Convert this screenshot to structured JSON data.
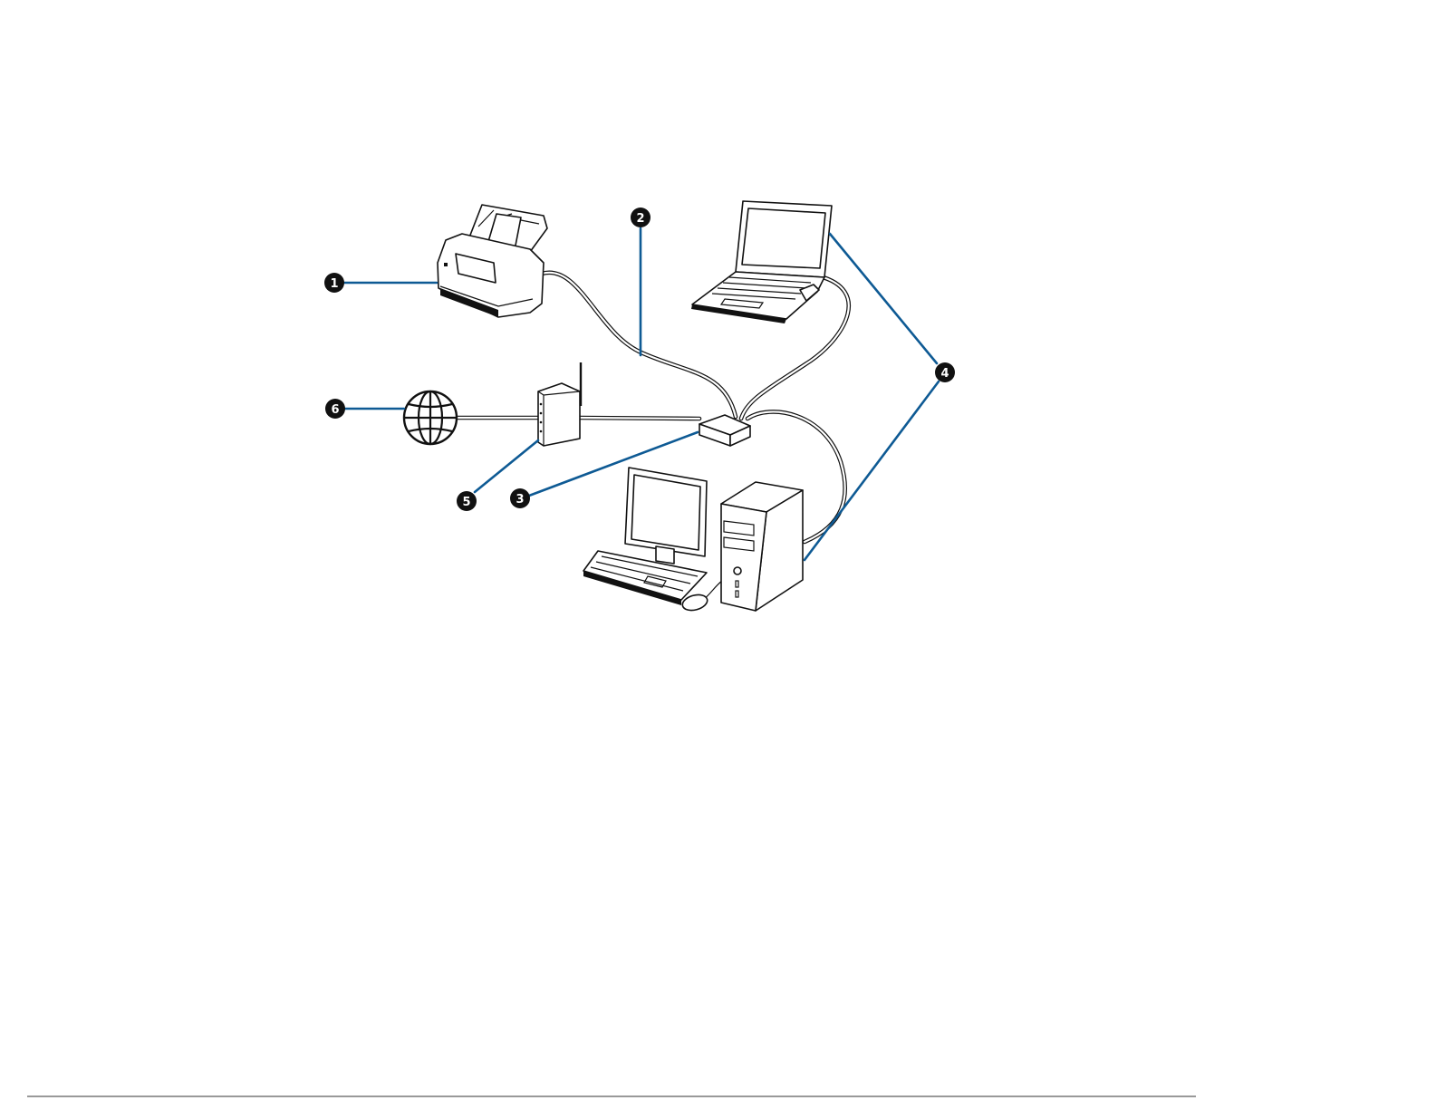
{
  "callouts": [
    {
      "id": "1",
      "label": "1"
    },
    {
      "id": "2",
      "label": "2"
    },
    {
      "id": "3",
      "label": "3"
    },
    {
      "id": "4",
      "label": "4"
    },
    {
      "id": "5",
      "label": "5"
    },
    {
      "id": "6",
      "label": "6"
    }
  ],
  "colors": {
    "leader_line": "#0e5a94",
    "callout_fill": "#111111",
    "device_outline": "#111111"
  },
  "icons": {
    "scanner": "scanner-icon",
    "laptop": "laptop-icon",
    "desktop": "desktop-computer-icon",
    "router": "wireless-router-icon",
    "hub": "network-hub-icon",
    "internet": "globe-icon"
  }
}
